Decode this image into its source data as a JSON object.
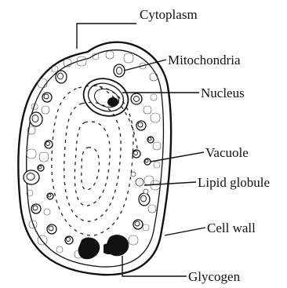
{
  "labels": {
    "cytoplasm": "Cytoplasm",
    "mitochondria": "Mitochondria",
    "nucleus": "Nucleus",
    "vacuole": "Vacuole",
    "lipid_globule": "Lipid globule",
    "cell_wall": "Cell wall",
    "glycogen": "Glycogen"
  }
}
